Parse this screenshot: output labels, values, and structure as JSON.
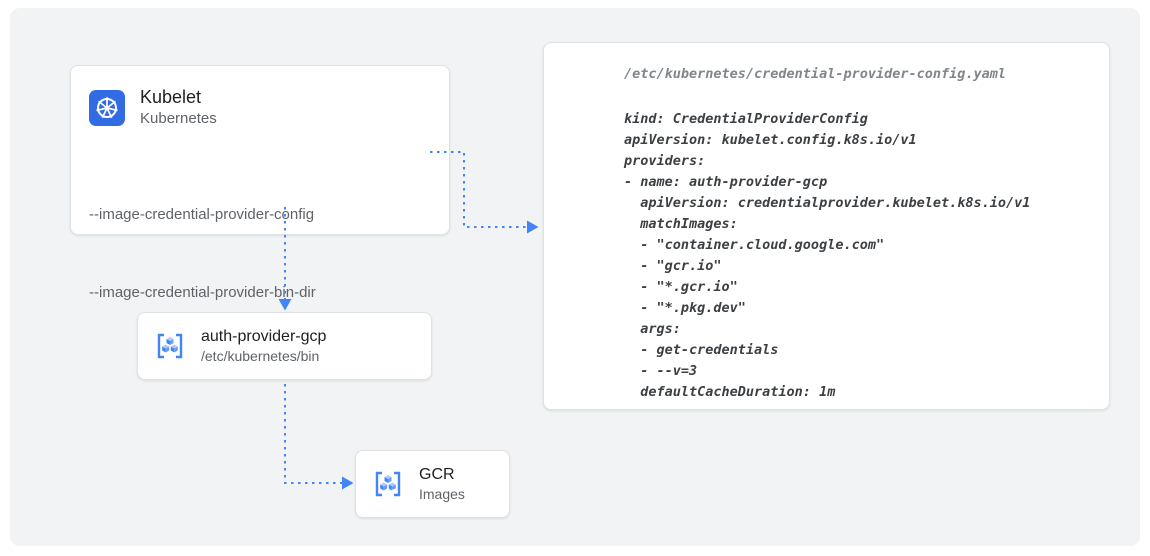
{
  "colors": {
    "panel_background": "#f1f3f4",
    "arrow_blue": "#4285f4",
    "kubernetes_blue": "#326ce5",
    "title_text": "#202124",
    "secondary_text": "#5f6368",
    "code_text": "#3c4043",
    "code_path_text": "#80868b"
  },
  "kubelet_card": {
    "title": "Kubelet",
    "subtitle": "Kubernetes",
    "flags": [
      "--image-credential-provider-config",
      "--image-credential-provider-bin-dir"
    ]
  },
  "auth_provider_card": {
    "title": "auth-provider-gcp",
    "subtitle": "/etc/kubernetes/bin"
  },
  "gcr_card": {
    "title": "GCR",
    "subtitle": "Images"
  },
  "config_card": {
    "path": "/etc/kubernetes/credential-provider-config.yaml",
    "code_lines": [
      "kind: CredentialProviderConfig",
      "apiVersion: kubelet.config.k8s.io/v1",
      "providers:",
      "- name: auth-provider-gcp",
      "  apiVersion: credentialprovider.kubelet.k8s.io/v1",
      "  matchImages:",
      "  - \"container.cloud.google.com\"",
      "  - \"gcr.io\"",
      "  - \"*.gcr.io\"",
      "  - \"*.pkg.dev\"",
      "  args:",
      "  - get-credentials",
      "  - --v=3",
      "  defaultCacheDuration: 1m"
    ]
  }
}
